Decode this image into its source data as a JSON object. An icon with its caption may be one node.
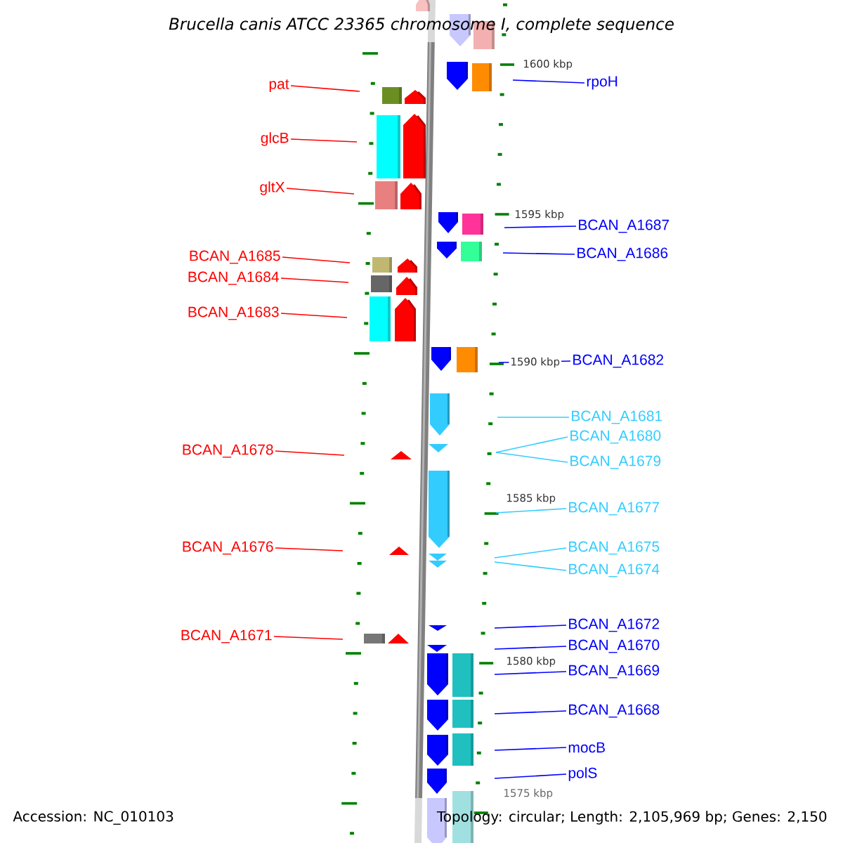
{
  "diagram": {
    "title": "Brucella canis ATCC 23365 chromosome I, complete sequence",
    "nodes": [
      {
        "text": [
          "pat"
        ]
      },
      {
        "text": [
          "glcB"
        ]
      },
      {
        "text": [
          "gltX"
        ]
      },
      {
        "text": [
          "BCAN_A1685"
        ]
      },
      {
        "text": [
          "BCAN_A1684"
        ]
      },
      {
        "text": [
          "BCAN_A1683"
        ]
      },
      {
        "text": [
          "BCAN_A1678"
        ]
      },
      {
        "text": [
          "BCAN_A1676"
        ]
      },
      {
        "text": [
          "BCAN_A1671"
        ]
      },
      {
        "text": [
          "rpoH"
        ]
      },
      {
        "text": [
          "BCAN_A1687"
        ]
      },
      {
        "text": [
          "BCAN_A1686"
        ]
      },
      {
        "text": [
          "BCAN_A1682"
        ]
      },
      {
        "text": [
          "BCAN_A1681"
        ]
      },
      {
        "text": [
          "BCAN_A1680"
        ]
      },
      {
        "text": [
          "BCAN_A1679"
        ]
      },
      {
        "text": [
          "BCAN_A1677"
        ]
      },
      {
        "text": [
          "BCAN_A1675"
        ]
      },
      {
        "text": [
          "BCAN_A1674"
        ]
      },
      {
        "text": [
          "BCAN_A1672"
        ]
      },
      {
        "text": [
          "BCAN_A1670"
        ]
      },
      {
        "text": [
          "BCAN_A1669"
        ]
      },
      {
        "text": [
          "BCAN_A1668"
        ]
      },
      {
        "text": [
          "mocB"
        ]
      },
      {
        "text": [
          "polS"
        ]
      }
    ],
    "edges": [
      {
        "from": 0,
        "to": null,
        "arrow": "none",
        "color": "#ff0000"
      },
      {
        "from": 1,
        "to": null,
        "arrow": "none",
        "color": "#ff0000"
      },
      {
        "from": 2,
        "to": null,
        "arrow": "none",
        "color": "#ff0000"
      },
      {
        "from": 3,
        "to": null,
        "arrow": "none",
        "color": "#ff0000"
      },
      {
        "from": 4,
        "to": null,
        "arrow": "none",
        "color": "#ff0000"
      },
      {
        "from": 5,
        "to": null,
        "arrow": "none",
        "color": "#ff0000"
      },
      {
        "from": 6,
        "to": null,
        "arrow": "none",
        "color": "#ff0000"
      },
      {
        "from": 7,
        "to": null,
        "arrow": "none",
        "color": "#ff0000"
      },
      {
        "from": 8,
        "to": null,
        "arrow": "none",
        "color": "#ff0000"
      },
      {
        "from": 9,
        "to": null,
        "arrow": "none"
      },
      {
        "from": 10,
        "to": null,
        "arrow": "none"
      },
      {
        "from": 11,
        "to": null,
        "arrow": "none"
      },
      {
        "from": 12,
        "to": null,
        "arrow": "none"
      },
      {
        "from": 13,
        "to": null,
        "arrow": "none",
        "color": "#33ccff"
      },
      {
        "from": 14,
        "to": null,
        "arrow": "none",
        "color": "#33ccff"
      },
      {
        "from": 15,
        "to": null,
        "arrow": "none",
        "color": "#33ccff"
      },
      {
        "from": 16,
        "to": null,
        "arrow": "none",
        "color": "#33ccff"
      },
      {
        "from": 17,
        "to": null,
        "arrow": "none",
        "color": "#33ccff"
      },
      {
        "from": 18,
        "to": null,
        "arrow": "none",
        "color": "#33ccff"
      },
      {
        "from": 19,
        "to": null,
        "arrow": "none"
      },
      {
        "from": 20,
        "to": null,
        "arrow": "none"
      },
      {
        "from": 21,
        "to": null,
        "arrow": "none"
      },
      {
        "from": 22,
        "to": null,
        "arrow": "none"
      },
      {
        "from": 23,
        "to": null,
        "arrow": "none"
      },
      {
        "from": 24,
        "to": null,
        "arrow": "none"
      }
    ],
    "labels": [
      "1600 kbp",
      "1595 kbp",
      "1590 kbp",
      "1585 kbp",
      "1580 kbp",
      "1575 kbp",
      "Accession: NC_010103",
      "Topology: circular; Length: 2,105,969 bp; Genes: 2,150"
    ]
  }
}
